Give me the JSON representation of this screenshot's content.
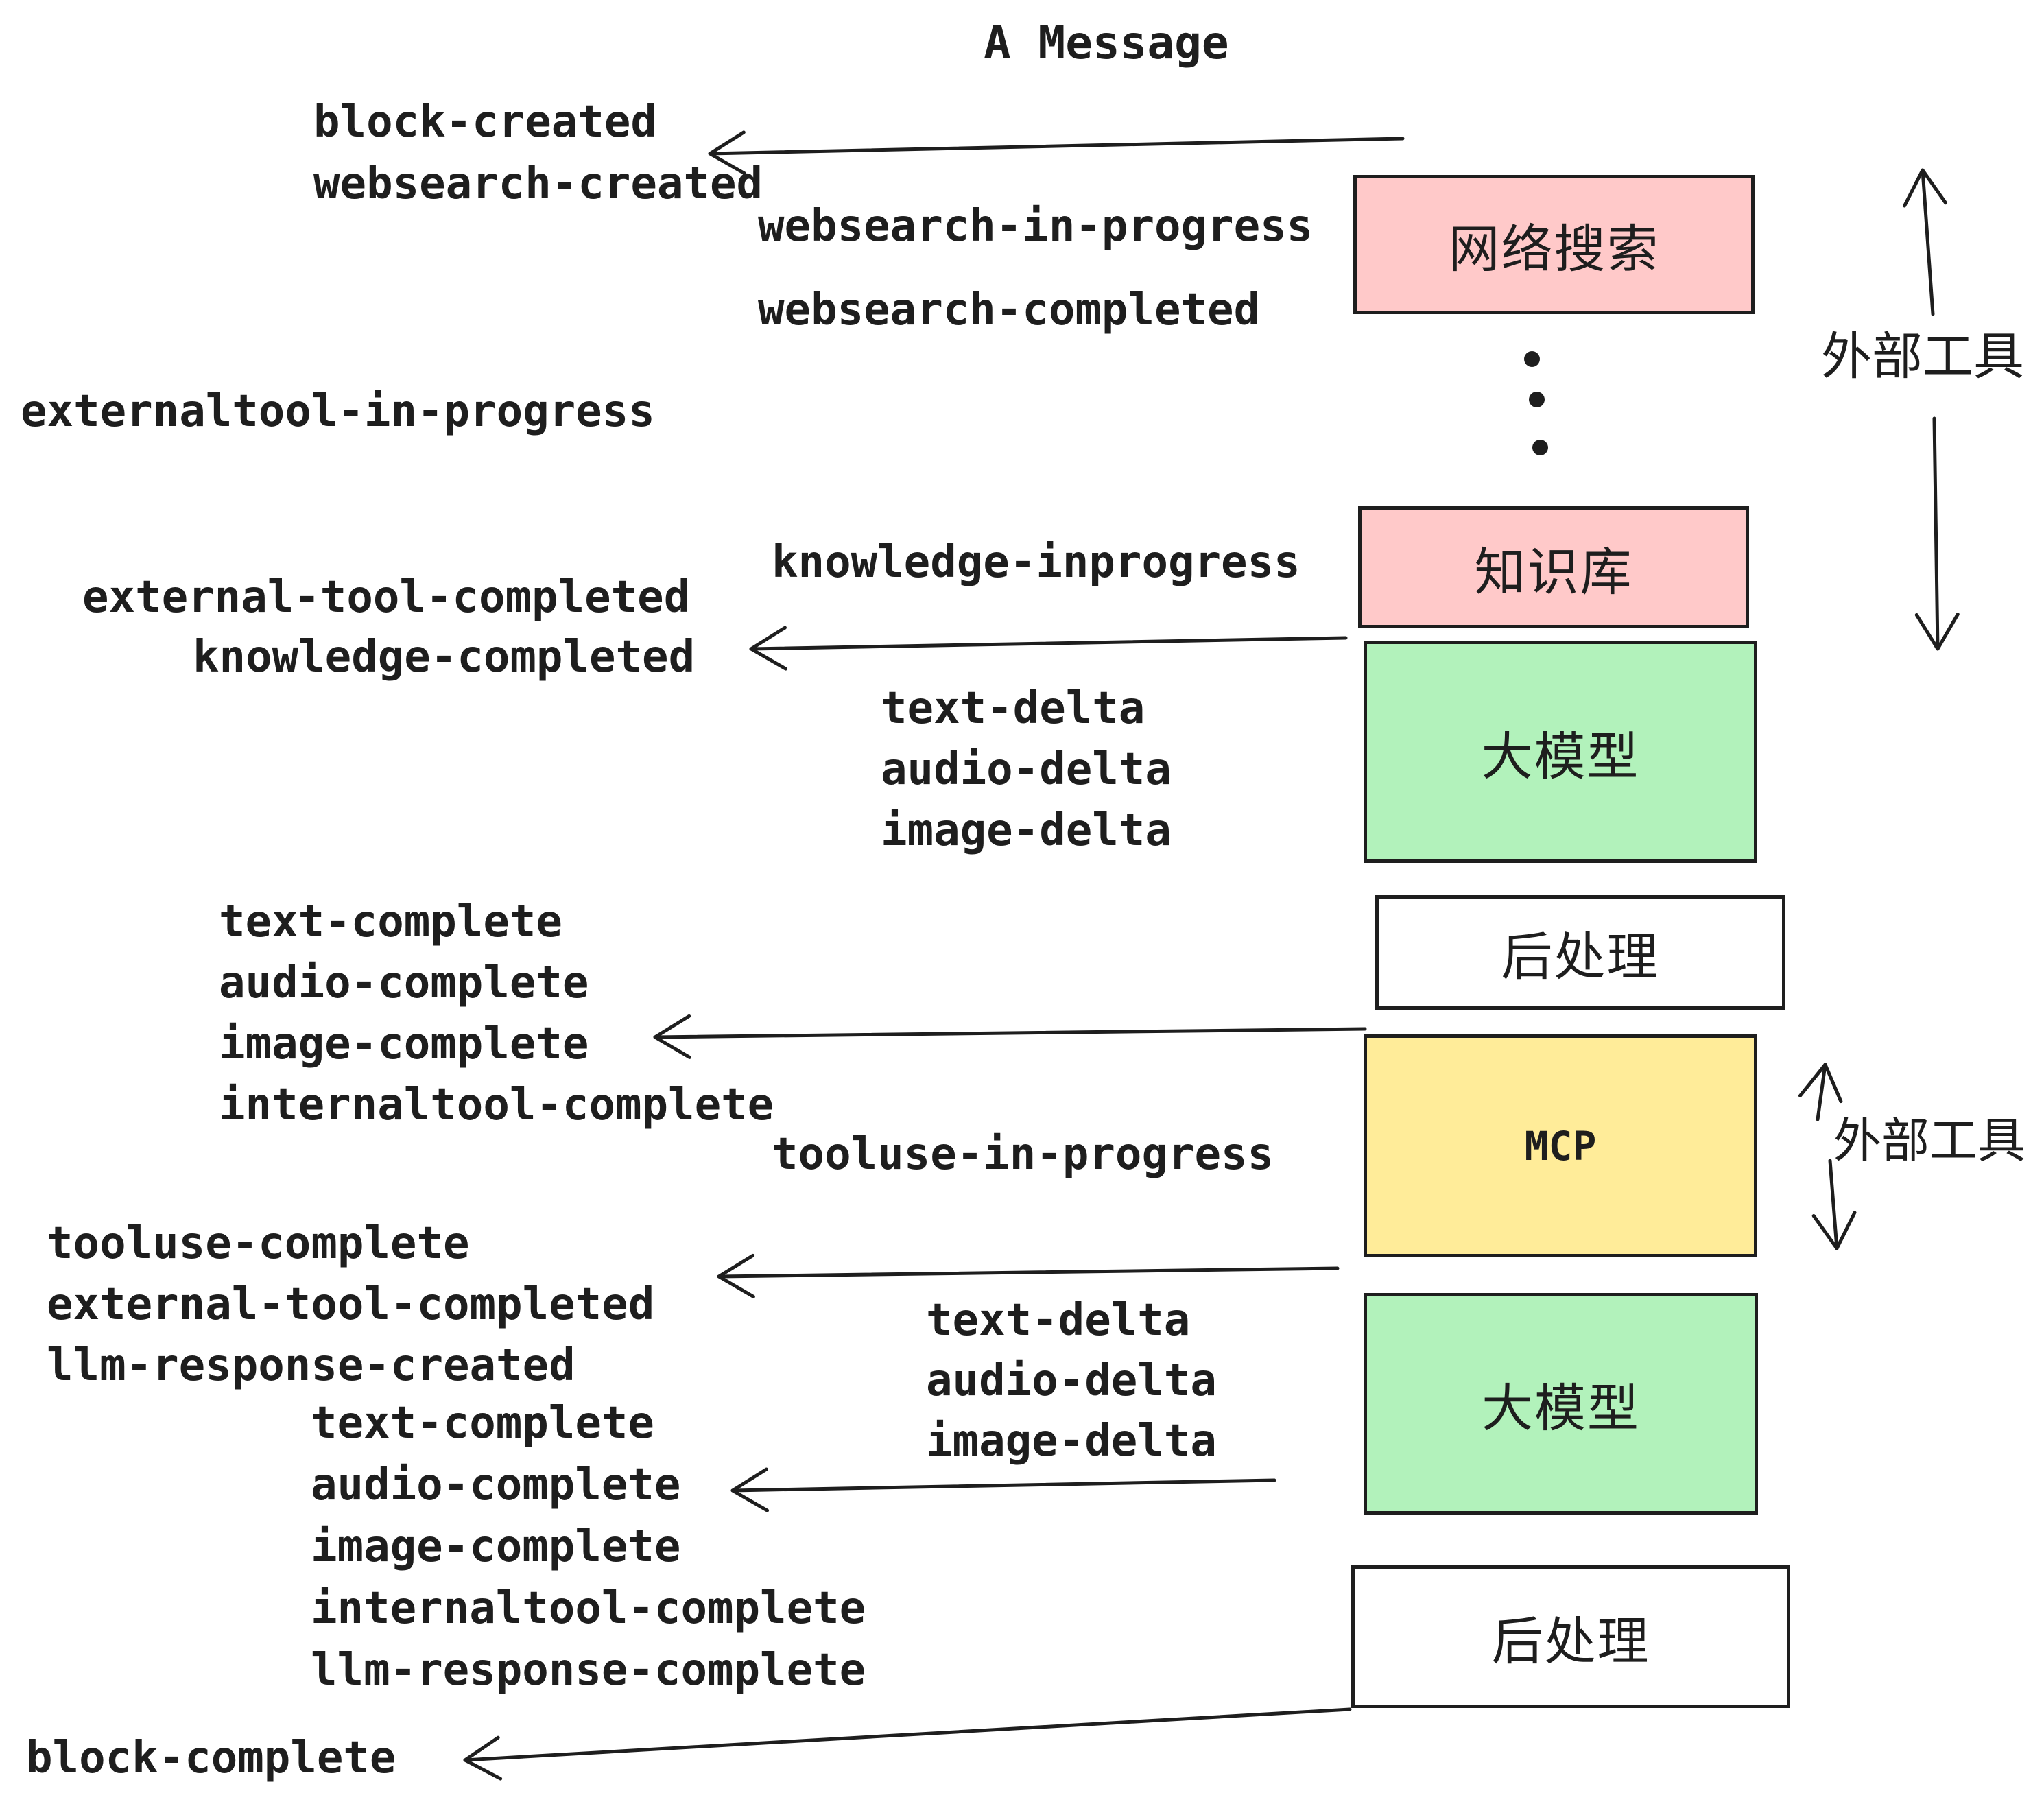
{
  "title": "A Message",
  "colors": {
    "stroke": "#1e1e1e",
    "pink": "#ffc9c9",
    "green": "#b2f2bb",
    "yellow": "#ffec99",
    "white": "#ffffff"
  },
  "boxes": {
    "websearch": "网络搜索",
    "knowledge": "知识库",
    "llm1": "大模型",
    "post1": "后处理",
    "mcp": "MCP",
    "llm2": "大模型",
    "post2": "后处理"
  },
  "side_labels": {
    "external_tools_top": "外部工具",
    "external_tools_mid": "外部工具"
  },
  "events": {
    "block_created": "block-created",
    "websearch_created": "websearch-created",
    "websearch_in_progress": "websearch-in-progress",
    "websearch_completed": "websearch-completed",
    "externaltool_in_progress": "externaltool-in-progress",
    "knowledge_inprogress": "knowledge-inprogress",
    "external_tool_completed": "external-tool-completed",
    "knowledge_completed": "knowledge-completed",
    "delta_group1": [
      "text-delta",
      "audio-delta",
      "image-delta"
    ],
    "complete_group1": [
      "text-complete",
      "audio-complete",
      "image-complete",
      "internaltool-complete"
    ],
    "tooluse_in_progress": "tooluse-in-progress",
    "post_mcp_group": [
      "tooluse-complete",
      "external-tool-completed",
      "llm-response-created"
    ],
    "delta_group2": [
      "text-delta",
      "audio-delta",
      "image-delta"
    ],
    "complete_group2": [
      "text-complete",
      "audio-complete",
      "image-complete",
      "internaltool-complete",
      "llm-response-complete"
    ],
    "block_complete": "block-complete"
  }
}
